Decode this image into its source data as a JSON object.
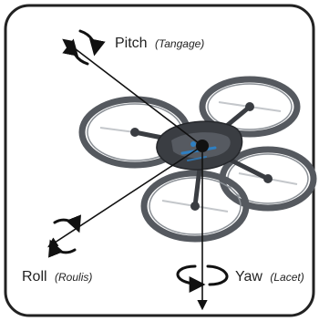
{
  "axes": {
    "pitch": {
      "label": "Pitch",
      "translation": "(Tangage)"
    },
    "roll": {
      "label": "Roll",
      "translation": "(Roulis)"
    },
    "yaw": {
      "label": "Yaw",
      "translation": "(Lacet)"
    }
  },
  "colors": {
    "frame": "#222222",
    "axis": "#111111",
    "drone_body": "#3a3d42",
    "drone_rotor": "#5b5f66",
    "drone_accent": "#2f7fc1"
  }
}
